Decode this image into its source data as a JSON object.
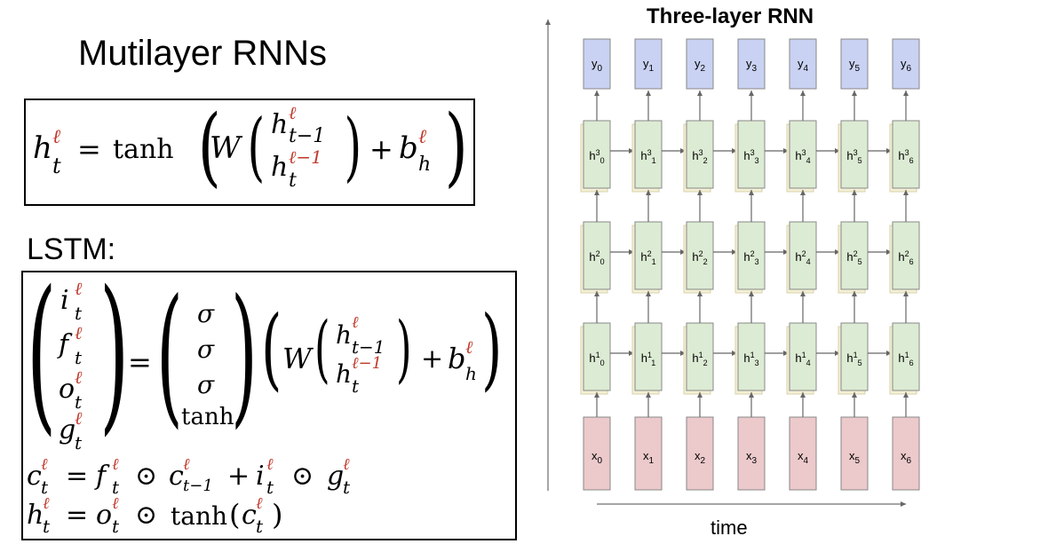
{
  "slide": {
    "title": "Mutilayer RNNs",
    "lstm_label": "LSTM:"
  },
  "equations": {
    "rnn": {
      "lhs": "h",
      "lhs_sup": "ℓ",
      "lhs_sub": "t",
      "equals": "=",
      "fn": "tanh",
      "w": "W",
      "top_h": "h",
      "top_sup": "ℓ",
      "top_sub": "t−1",
      "bot_h": "h",
      "bot_sup": "ℓ−1",
      "bot_sub": "t",
      "plus": "+",
      "b": "b",
      "b_sup": "ℓ",
      "b_sub": "h"
    },
    "lstm": {
      "gates": [
        "i",
        "f",
        "o",
        "g"
      ],
      "gate_sup": "ℓ",
      "gate_sub": "t",
      "acts": [
        "σ",
        "σ",
        "σ",
        "tanh"
      ],
      "c_line": {
        "c": "c",
        "sup": "ℓ",
        "sub": "t",
        "eq": "=",
        "f": "f",
        "odot1": "⊙",
        "c_prev": "c",
        "c_prev_sub": "t−1",
        "plus": "+",
        "i": "i",
        "odot2": "⊙",
        "g": "g"
      },
      "h_line": {
        "h": "h",
        "sup": "ℓ",
        "sub": "t",
        "eq": "=",
        "o": "o",
        "odot": "⊙",
        "fn": "tanh",
        "c": "c"
      }
    }
  },
  "diagram": {
    "title": "Three-layer RNN",
    "x_axis_label": "time",
    "timesteps": 7,
    "outputs": [
      "y0",
      "y1",
      "y2",
      "y3",
      "y4",
      "y5",
      "y6"
    ],
    "inputs": [
      "x0",
      "x1",
      "x2",
      "x3",
      "x4",
      "x5",
      "x6"
    ],
    "hidden_layers": [
      {
        "layer": 3,
        "labels": [
          "h30",
          "h31",
          "h32",
          "h33",
          "h34",
          "h35",
          "h36"
        ]
      },
      {
        "layer": 2,
        "labels": [
          "h20",
          "h21",
          "h22",
          "h23",
          "h24",
          "h25",
          "h26"
        ]
      },
      {
        "layer": 1,
        "labels": [
          "h10",
          "h11",
          "h12",
          "h13",
          "h14",
          "h15",
          "h16"
        ]
      }
    ],
    "colors": {
      "output_fill": "#c9d2f2",
      "hidden_fill": "#dcebd3",
      "hidden_shadow": "#f3f0d6",
      "input_fill": "#ecc9cb",
      "border": "#888888",
      "arrow": "#666666"
    }
  }
}
